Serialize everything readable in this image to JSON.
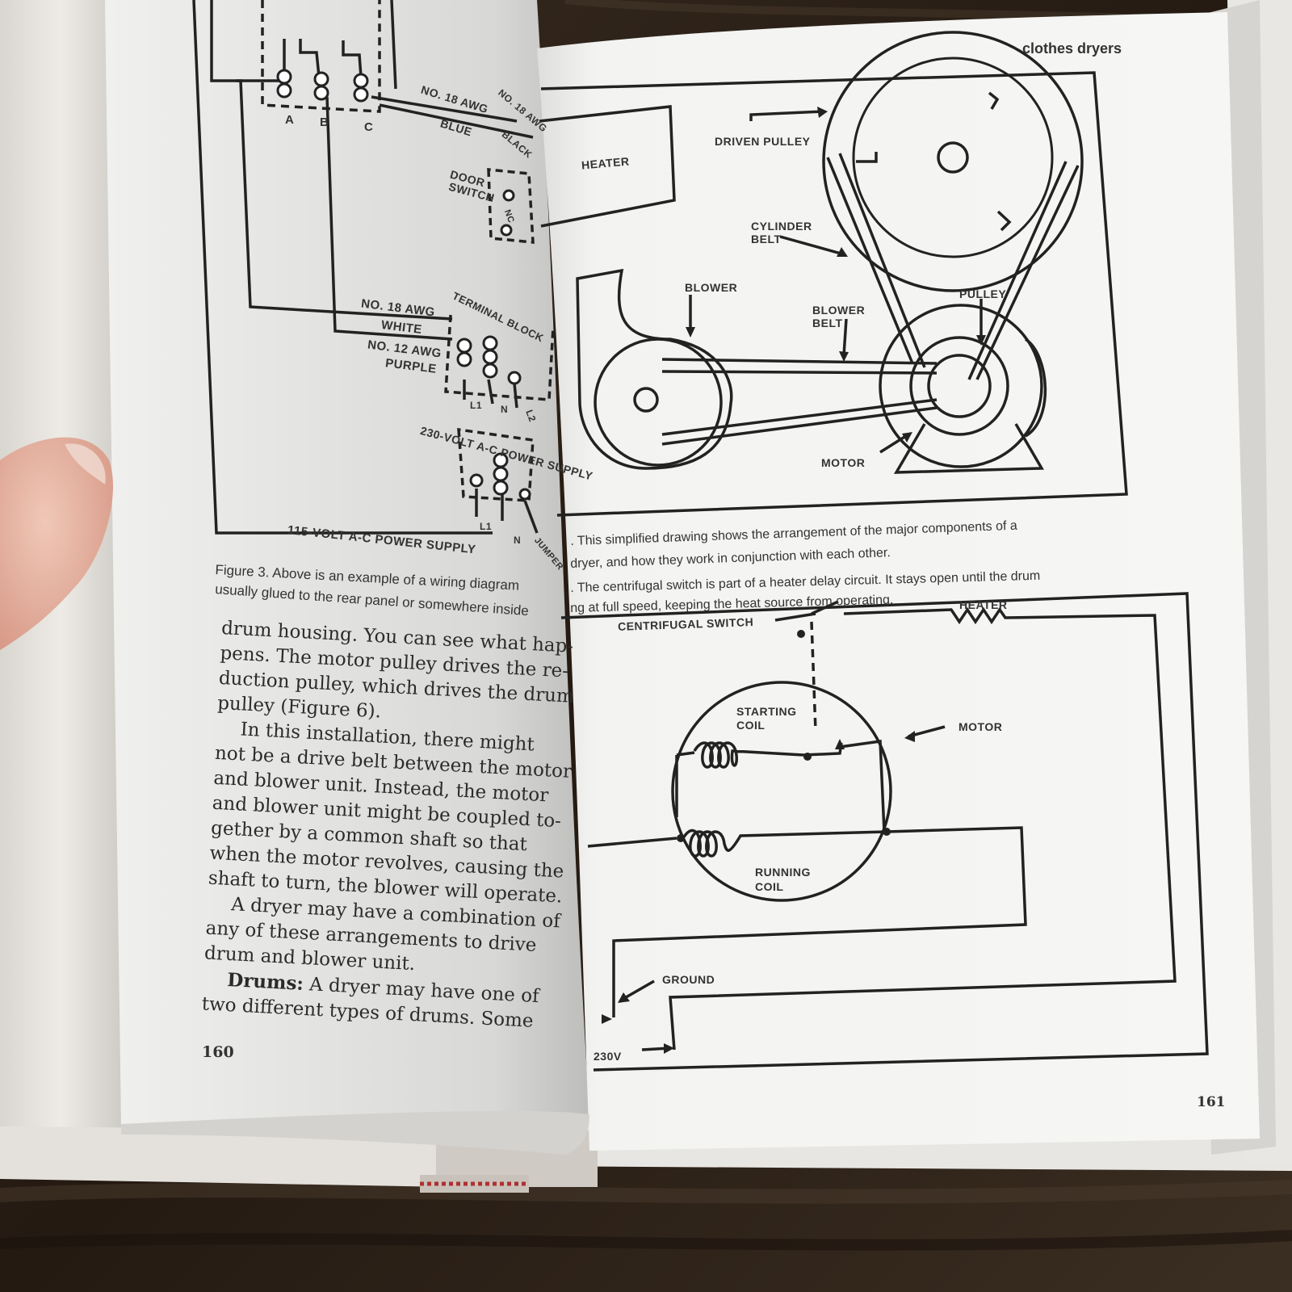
{
  "right_page": {
    "running_head": "clothes dryers",
    "page_number": "161",
    "figure_top": {
      "labels": {
        "heater": "HEATER",
        "driven_pulley": "DRIVEN PULLEY",
        "cylinder_belt_1": "CYLINDER",
        "cylinder_belt_2": "BELT",
        "blower": "BLOWER",
        "blower_belt_1": "BLOWER",
        "blower_belt_2": "BELT",
        "pulley": "PULLEY",
        "motor": "MOTOR"
      },
      "caption_lines": [
        ". This simplified drawing shows the arrangement of the major components of a",
        "dryer, and how they work in conjunction with each other.",
        ". The centrifugal switch is part of a heater delay circuit. It stays open until the drum",
        "ng at full speed, keeping the heat source from operating."
      ]
    },
    "figure_bottom": {
      "labels": {
        "centrifugal_switch": "CENTRIFUGAL SWITCH",
        "heater": "HEATER",
        "starting_coil_1": "STARTING",
        "starting_coil_2": "COIL",
        "motor": "MOTOR",
        "running_coil_1": "RUNNING",
        "running_coil_2": "COIL",
        "ground": "GROUND",
        "voltage": "230V"
      }
    }
  },
  "left_page": {
    "page_number": "160",
    "figure_wiring": {
      "labels": {
        "a": "A",
        "b": "B",
        "c": "C",
        "wire_blue_1": "NO. 18 AWG",
        "wire_blue_2": "BLUE",
        "wire_black": "NO. 18 AWG",
        "wire_black_2": "BLACK",
        "door_switch_1": "DOOR",
        "door_switch_2": "SWITCH",
        "nc": "NC",
        "terminal_block": "TERMINAL BLOCK",
        "wire_white_1": "NO. 18 AWG",
        "wire_white_2": "WHITE",
        "wire_purple_1": "NO. 12 AWG",
        "wire_purple_2": "PURPLE",
        "l1": "L1",
        "n": "N",
        "l2": "L2",
        "supply_230": "230-VOLT A-C POWER SUPPLY",
        "l1_b": "L1",
        "n_b": "N",
        "supply_115": "115-VOLT A-C POWER SUPPLY",
        "jumper": "JUMPER"
      },
      "caption_lines": [
        "Figure 3. Above is an example of a wiring diagram",
        "usually glued to the rear panel or somewhere inside"
      ]
    },
    "body_paragraphs": [
      "drum housing. You can see what hap-",
      "pens. The motor pulley drives the re-",
      "duction pulley, which drives the drum",
      "pulley (Figure 6).",
      "In this installation, there might",
      "not be a drive belt between the motor",
      "and blower unit. Instead, the motor",
      "and blower unit might be coupled to-",
      "gether by a common shaft so that",
      "when the motor revolves, causing the",
      "shaft to turn, the blower will operate.",
      "A dryer may have a combination of",
      "any of these arrangements to drive",
      "drum and blower unit."
    ],
    "drums_heading": "Drums:",
    "drums_text_1": " A dryer may have one of",
    "drums_text_2": "two different types of drums. Some"
  }
}
